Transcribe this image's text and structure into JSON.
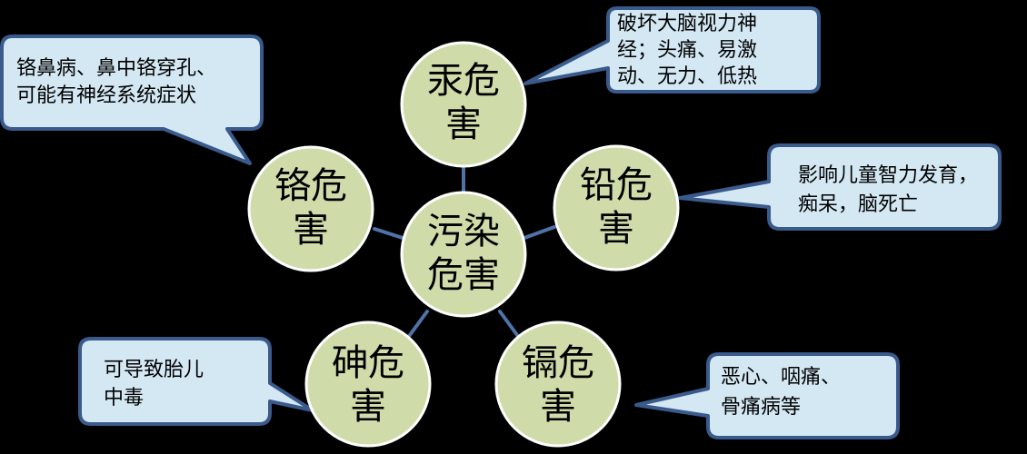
{
  "colors": {
    "background": "#000000",
    "node_fill": "#cfdcaa",
    "node_stroke": "#ffffff",
    "callout_fill": "#d4e8f4",
    "callout_stroke": "#3a5a8c",
    "connector": "#4e73a8"
  },
  "center": {
    "line1": "污染",
    "line2": "危害"
  },
  "nodes": {
    "mercury": {
      "line1": "汞危",
      "line2": "害"
    },
    "chromium": {
      "line1": "铬危",
      "line2": "害"
    },
    "lead": {
      "line1": "铅危",
      "line2": "害"
    },
    "arsenic": {
      "line1": "砷危",
      "line2": "害"
    },
    "cadmium": {
      "line1": "镉危",
      "line2": "害"
    }
  },
  "callouts": {
    "mercury": {
      "lines": [
        "破坏大脑视力神",
        "经；头痛、易激",
        "动、无力、低热"
      ]
    },
    "chromium": {
      "lines": [
        "铬鼻病、鼻中铬穿孔、",
        "可能有神经系统症状"
      ]
    },
    "lead": {
      "lines": [
        "影响儿童智力发育，",
        "痴呆，脑死亡"
      ]
    },
    "arsenic": {
      "lines": [
        "可导致胎儿",
        "中毒"
      ]
    },
    "cadmium": {
      "lines": [
        "恶心、咽痛、",
        "骨痛病等"
      ]
    }
  }
}
